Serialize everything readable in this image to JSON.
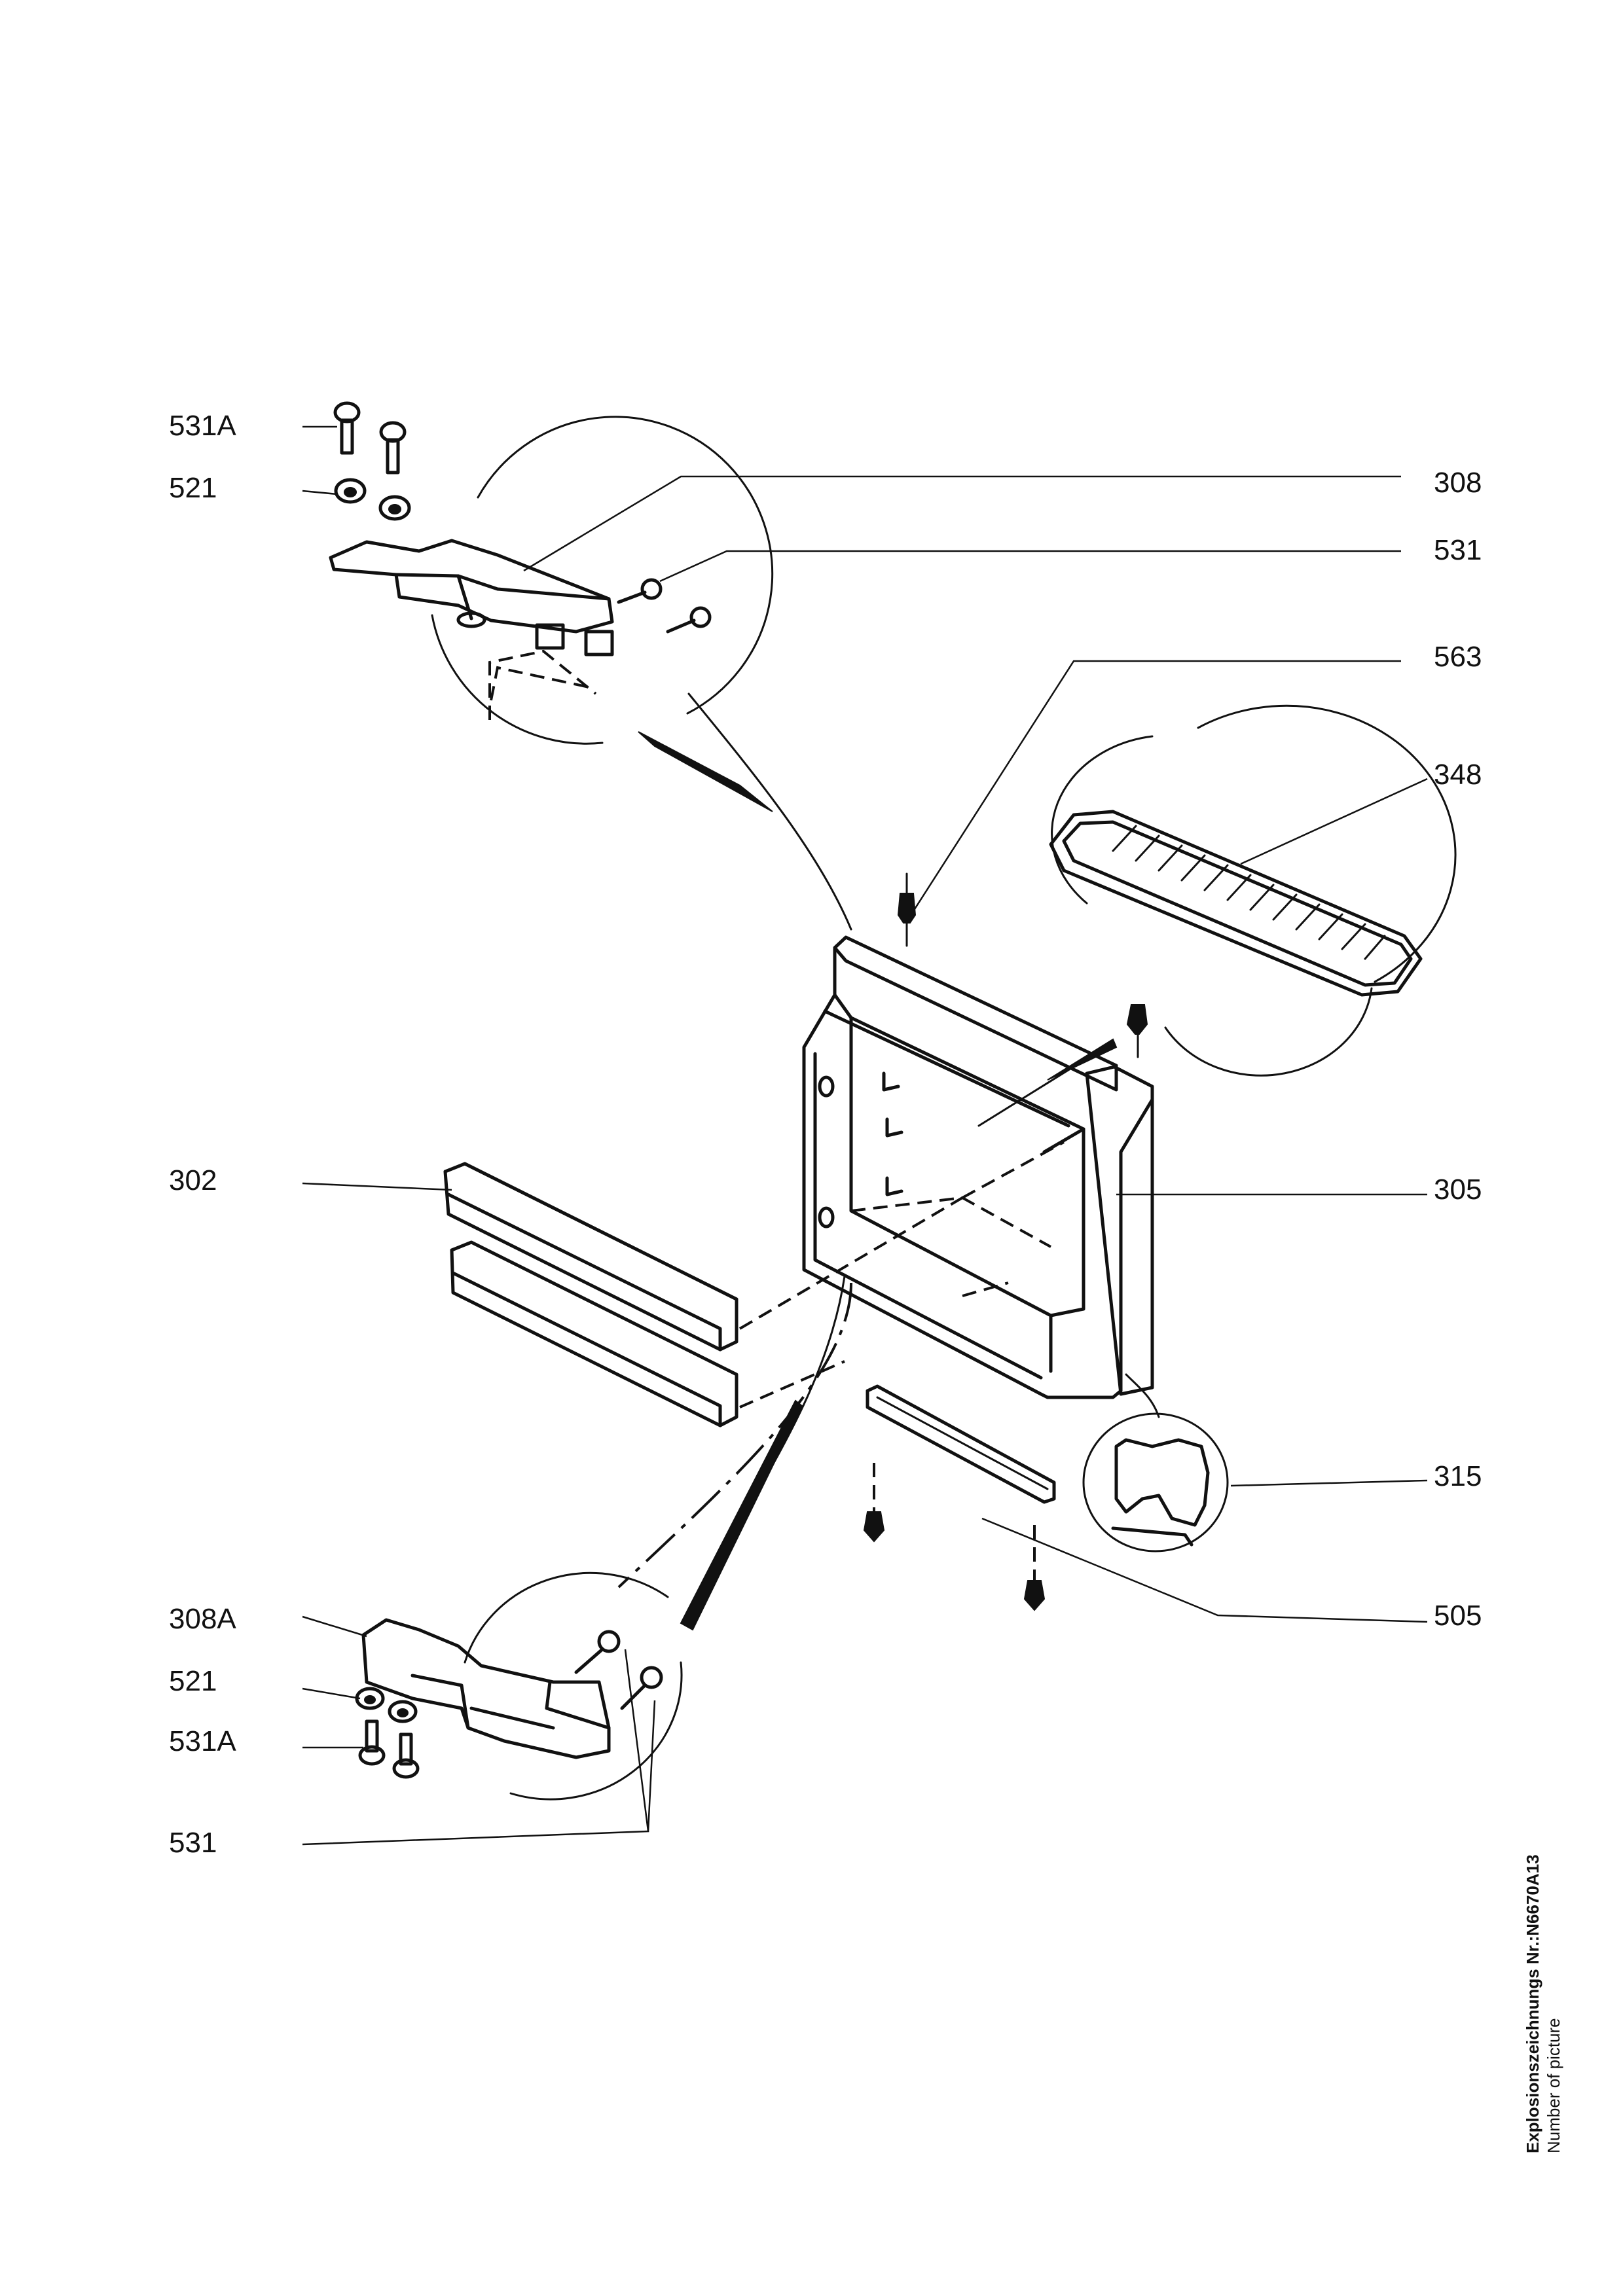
{
  "callouts": {
    "c531A_top": "531A",
    "c521_top": "521",
    "c308": "308",
    "c531_top": "531",
    "c563": "563",
    "c348": "348",
    "c302": "302",
    "c305": "305",
    "c315": "315",
    "c308A": "308A",
    "c505": "505",
    "c521_bot": "521",
    "c531A_bot": "531A",
    "c531_bot": "531"
  },
  "footer": {
    "title": "Explosionszeichnungs Nr.:N6670A13",
    "subtitle": "Number of picture"
  }
}
